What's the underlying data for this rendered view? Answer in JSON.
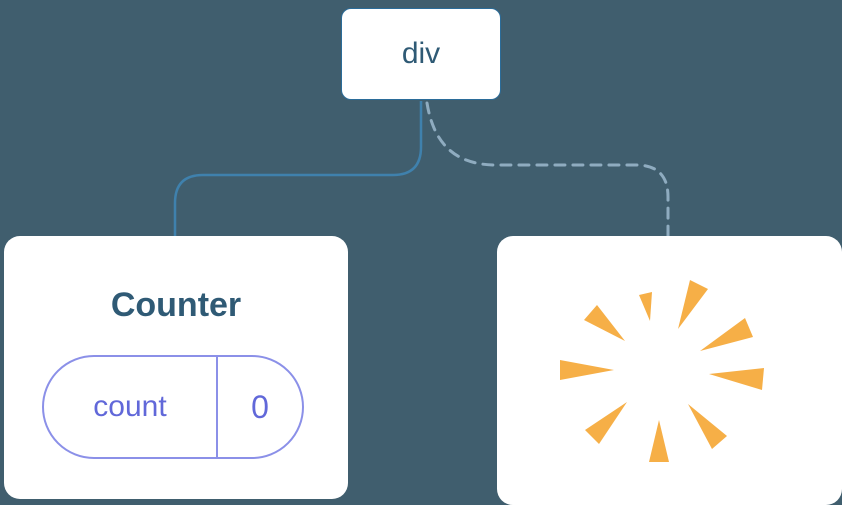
{
  "colors": {
    "bg": "#405E6E",
    "card_bg": "#FFFFFF",
    "node_border": "#2B6C99",
    "edge_solid": "#3F81AD",
    "edge_dashed": "#8FACC0",
    "heading": "#2F5A75",
    "pill_border": "#8B90E8",
    "pill_text": "#6168D9",
    "poof": "#F6AF47"
  },
  "tree": {
    "root": {
      "label": "div"
    },
    "counter": {
      "title": "Counter",
      "state_pill": {
        "name": "count",
        "value": "0"
      }
    }
  }
}
